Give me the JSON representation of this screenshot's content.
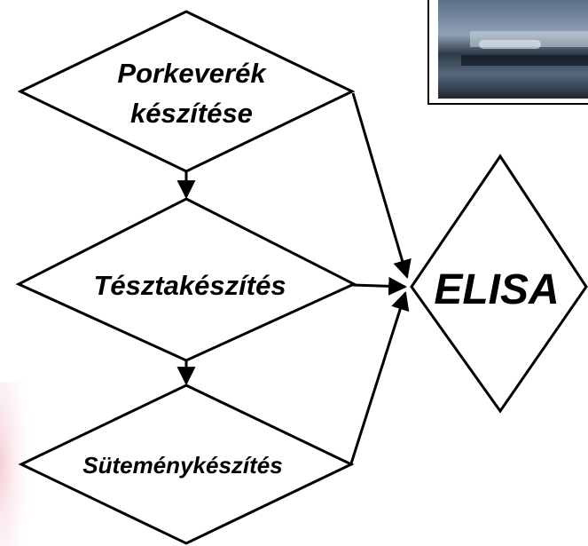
{
  "diagram": {
    "nodes": [
      {
        "id": "porkeverek",
        "label_lines": [
          "Porkeverék",
          "készítése"
        ]
      },
      {
        "id": "tesztakeszites",
        "label_lines": [
          "Tésztakészítés"
        ]
      },
      {
        "id": "sutemenykeszites",
        "label_lines": [
          "Süteménykészítés"
        ]
      },
      {
        "id": "elisa",
        "label_lines": [
          "ELISA"
        ]
      }
    ],
    "edges": [
      {
        "from": "porkeverek",
        "to": "tesztakeszites"
      },
      {
        "from": "tesztakeszites",
        "to": "sutemenykeszites"
      },
      {
        "from": "porkeverek",
        "to": "elisa"
      },
      {
        "from": "tesztakeszites",
        "to": "elisa"
      },
      {
        "from": "sutemenykeszites",
        "to": "elisa"
      }
    ],
    "photo": {
      "content": "laboratory equipment (partial view)"
    }
  },
  "colors": {
    "stroke": "#000000",
    "fill": "#ffffff",
    "accent_glow": "#f3c9d2"
  }
}
